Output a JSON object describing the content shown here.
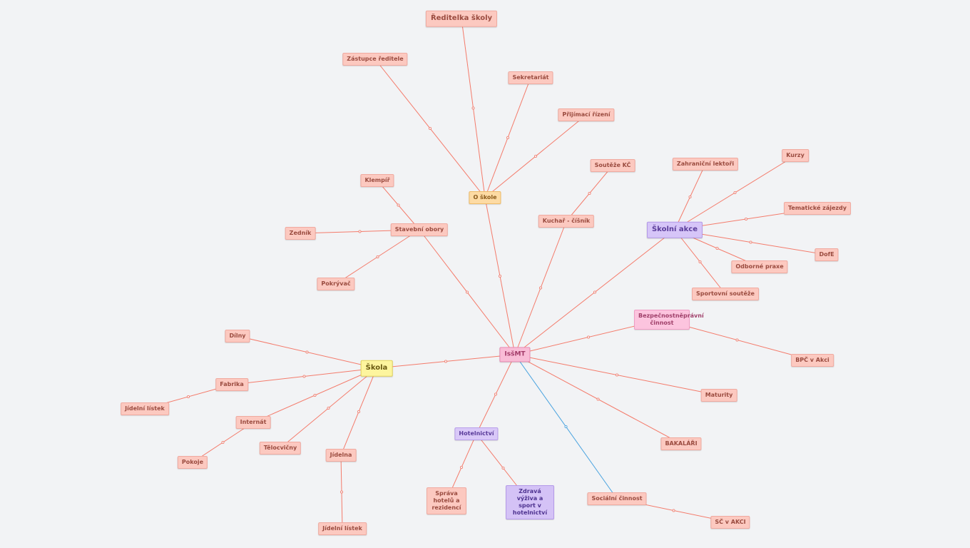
{
  "colors": {
    "edge": "#f47b6b",
    "edge_blue": "#4aa3df",
    "background": "#f2f3f5"
  },
  "nodes": [
    {
      "id": "root",
      "label": "IsšMT"
    },
    {
      "id": "onas",
      "label": "O škole"
    },
    {
      "id": "reditelka",
      "label": "Ředitelka školy"
    },
    {
      "id": "zastupce",
      "label": "Zástupce ředitele"
    },
    {
      "id": "sekretariat",
      "label": "Sekretariát"
    },
    {
      "id": "prijimaci",
      "label": "Přijímací řízení"
    },
    {
      "id": "stavebni",
      "label": "Stavební obory"
    },
    {
      "id": "klempir",
      "label": "Klempíř"
    },
    {
      "id": "zednik",
      "label": "Zedník"
    },
    {
      "id": "pokryvac",
      "label": "Pokrývač"
    },
    {
      "id": "kuchar",
      "label": "Kuchař - číšník"
    },
    {
      "id": "souteze_kc",
      "label": "Soutěže KČ"
    },
    {
      "id": "akce",
      "label": "Školní akce"
    },
    {
      "id": "lektori",
      "label": "Zahraniční lektoři"
    },
    {
      "id": "kurzy",
      "label": "Kurzy"
    },
    {
      "id": "zajezdy",
      "label": "Tematické zájezdy"
    },
    {
      "id": "dofe",
      "label": "DofE"
    },
    {
      "id": "praxe",
      "label": "Odborné praxe"
    },
    {
      "id": "sport_souteze",
      "label": "Sportovní soutěže"
    },
    {
      "id": "bezp",
      "label": "Bezpečnostněprávní činnost"
    },
    {
      "id": "bpc",
      "label": "BPČ v Akci"
    },
    {
      "id": "maturity",
      "label": "Maturity"
    },
    {
      "id": "bakalari",
      "label": "BAKALÁŘI"
    },
    {
      "id": "socialni",
      "label": "Sociální činnost"
    },
    {
      "id": "sc_akci",
      "label": "SČ v AKCI"
    },
    {
      "id": "hotel",
      "label": "Hotelnictví"
    },
    {
      "id": "sprava",
      "label": "Správa hotelů a rezidencí"
    },
    {
      "id": "zdrava",
      "label": "Zdravá výživa a sport v hotelnictví"
    },
    {
      "id": "skola",
      "label": "Škola"
    },
    {
      "id": "dilny",
      "label": "Dílny"
    },
    {
      "id": "fabrika",
      "label": "Fabrika"
    },
    {
      "id": "listek1",
      "label": "Jídelní lístek"
    },
    {
      "id": "internat",
      "label": "Internát"
    },
    {
      "id": "pokoje",
      "label": "Pokoje"
    },
    {
      "id": "telocvicny",
      "label": "Tělocvičny"
    },
    {
      "id": "jidelna",
      "label": "Jídelna"
    },
    {
      "id": "listek2",
      "label": "Jídelní lístek"
    }
  ],
  "edges": [
    [
      "root",
      "onas"
    ],
    [
      "onas",
      "reditelka"
    ],
    [
      "onas",
      "zastupce"
    ],
    [
      "onas",
      "sekretariat"
    ],
    [
      "onas",
      "prijimaci"
    ],
    [
      "root",
      "stavebni"
    ],
    [
      "stavebni",
      "klempir"
    ],
    [
      "stavebni",
      "zednik"
    ],
    [
      "stavebni",
      "pokryvac"
    ],
    [
      "root",
      "kuchar"
    ],
    [
      "kuchar",
      "souteze_kc"
    ],
    [
      "root",
      "akce"
    ],
    [
      "akce",
      "lektori"
    ],
    [
      "akce",
      "kurzy"
    ],
    [
      "akce",
      "zajezdy"
    ],
    [
      "akce",
      "dofe"
    ],
    [
      "akce",
      "praxe"
    ],
    [
      "akce",
      "sport_souteze"
    ],
    [
      "root",
      "bezp"
    ],
    [
      "bezp",
      "bpc"
    ],
    [
      "root",
      "maturity"
    ],
    [
      "root",
      "bakalari"
    ],
    [
      "root",
      "socialni",
      "blue"
    ],
    [
      "socialni",
      "sc_akci"
    ],
    [
      "root",
      "hotel"
    ],
    [
      "hotel",
      "sprava"
    ],
    [
      "hotel",
      "zdrava"
    ],
    [
      "root",
      "skola"
    ],
    [
      "skola",
      "dilny"
    ],
    [
      "skola",
      "fabrika"
    ],
    [
      "fabrika",
      "listek1"
    ],
    [
      "skola",
      "internat"
    ],
    [
      "internat",
      "pokoje"
    ],
    [
      "skola",
      "telocvicny"
    ],
    [
      "skola",
      "jidelna"
    ],
    [
      "jidelna",
      "listek2"
    ]
  ]
}
